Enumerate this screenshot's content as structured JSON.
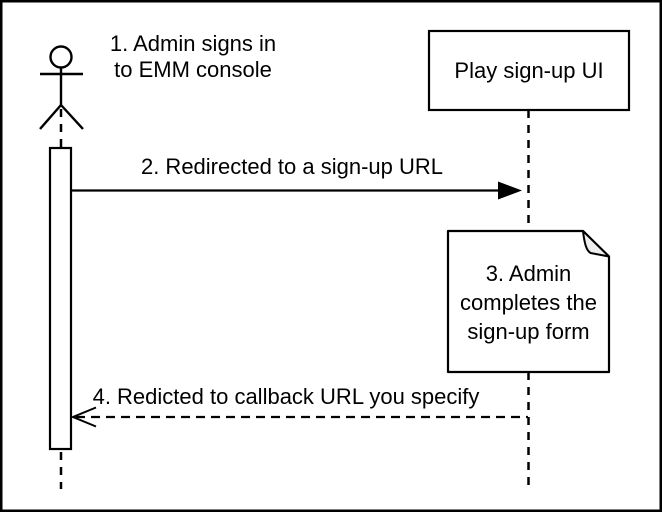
{
  "diagram": {
    "type": "uml-sequence-diagram",
    "actor_caption": "1. Admin signs in\nto EMM console",
    "object_label": "Play sign-up UI",
    "note_text": "3. Admin\ncompletes the\nsign-up form",
    "messages": [
      {
        "label": "2. Redirected to a sign-up URL",
        "style": "solid-filled-arrow",
        "from": "admin-actor",
        "to": "play-signup-ui"
      },
      {
        "label": "4. Redicted to callback URL you specify",
        "style": "dashed-open-arrow",
        "from": "play-signup-ui",
        "to": "admin-actor"
      }
    ],
    "colors": {
      "line": "#000000",
      "background": "#ffffff",
      "note_fill": "#ffffff",
      "note_fold": "#eeeeee"
    }
  }
}
